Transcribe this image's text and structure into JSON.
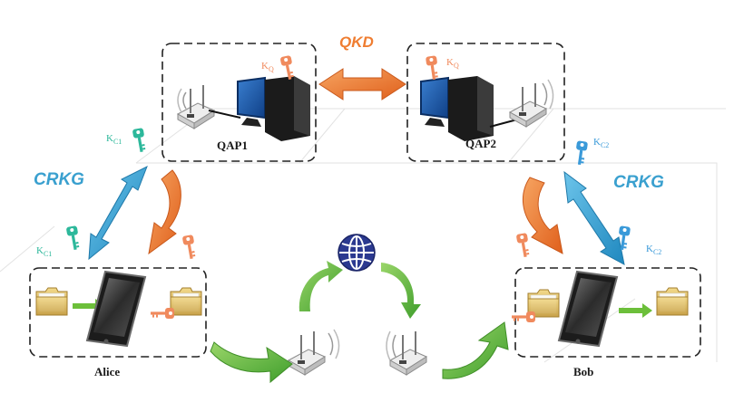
{
  "labels": {
    "qkd": "QKD",
    "crkg_left": "CRKG",
    "crkg_right": "CRKG",
    "qap1": "QAP1",
    "qap2": "QAP2",
    "alice": "Alice",
    "bob": "Bob"
  },
  "keys": {
    "kq_left": "K",
    "kq_left_sub": "Q",
    "kq_right": "K",
    "kq_right_sub": "Q",
    "kc1_top": "K",
    "kc1_top_sub": "C1",
    "kc1_bottom": "K",
    "kc1_bottom_sub": "C1",
    "kc2_top": "K",
    "kc2_top_sub": "C2",
    "kc2_bottom": "K",
    "kc2_bottom_sub": "C2"
  },
  "colors": {
    "qkd_orange": "#ef7d31",
    "crkg_blue": "#3aa0cf",
    "key_teal": "#2db89b",
    "key_blue": "#3a9ad9",
    "key_orange": "#f08a5d",
    "green_arrow": "#6cbf3a",
    "globe_blue": "#2b3990"
  },
  "icons": [
    "computer-icon",
    "wifi-router-icon",
    "smartphone-icon",
    "folder-icon",
    "key-icon",
    "globe-icon"
  ]
}
